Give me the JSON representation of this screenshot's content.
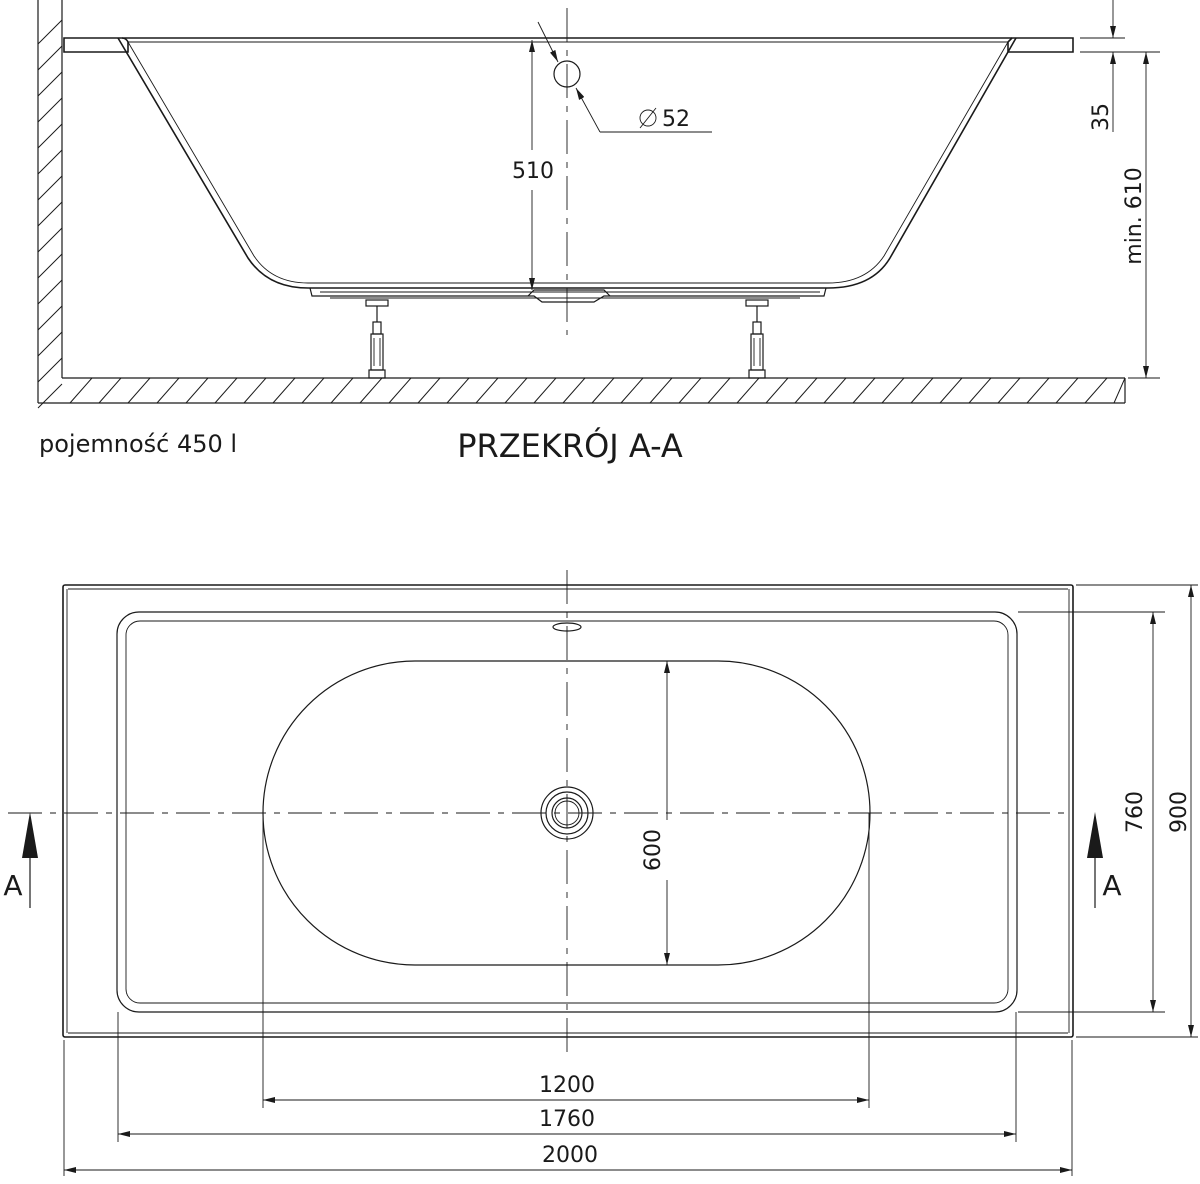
{
  "section": {
    "title": "PRZEKRÓJ A-A",
    "capacity": "pojemność 450 l",
    "dim_depth": "510",
    "dim_overflow": "52",
    "dim_rim": "35",
    "dim_height": "min. 610"
  },
  "plan": {
    "dim_basin_width": "600",
    "dim_inner_width": "760",
    "dim_total_width": "900",
    "dim_basin_length": "1200",
    "dim_inner_length": "1760",
    "dim_total_length": "2000",
    "section_marker_left": "A",
    "section_marker_right": "A"
  },
  "colors": {
    "line": "#1a1a1a",
    "background": "#ffffff"
  }
}
